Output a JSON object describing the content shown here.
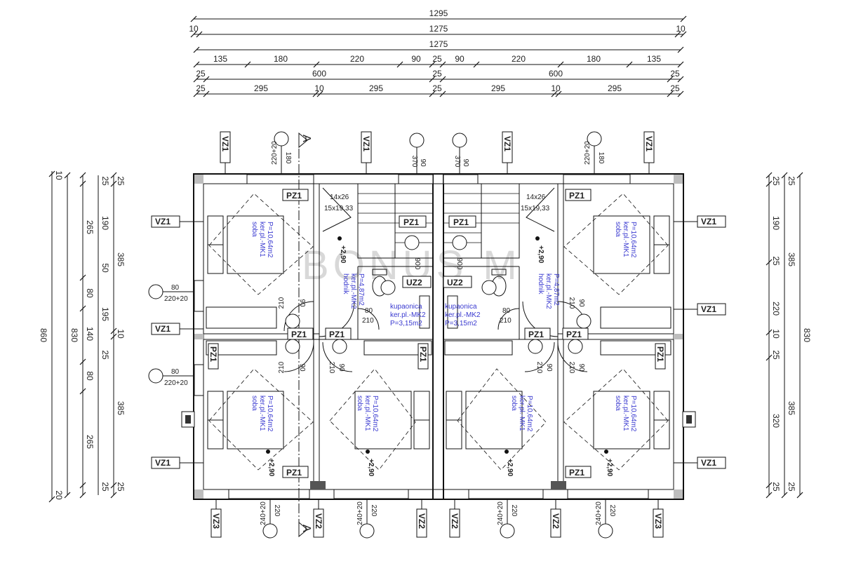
{
  "watermark": "BONUS M",
  "top_dims": {
    "row1": [
      "1295"
    ],
    "row2": [
      "10",
      "1275",
      "10"
    ],
    "row3": [
      "1275"
    ],
    "row4": [
      "135",
      "180",
      "220",
      "90",
      "25",
      "90",
      "220",
      "180",
      "135"
    ],
    "row5": [
      "25",
      "600",
      "25",
      "600",
      "25"
    ],
    "row6": [
      "25",
      "295",
      "10",
      "295",
      "25",
      "295",
      "10",
      "295",
      "25"
    ]
  },
  "left_dims": {
    "outer": [
      "10",
      "860",
      "20"
    ],
    "c2": [
      "830"
    ],
    "c3": [
      "25",
      "265",
      "80",
      "140",
      "80",
      "265",
      "25"
    ],
    "c4": [
      "190",
      "50",
      "195",
      "25"
    ],
    "c5": [
      "25",
      "385",
      "10",
      "385",
      "25"
    ]
  },
  "right_dims": {
    "c1": [
      "25",
      "25",
      "10",
      "25",
      "25"
    ],
    "c2": [
      "190",
      "220",
      "320"
    ],
    "c3": [
      "25",
      "385",
      "385",
      "25"
    ],
    "c4": [
      "830"
    ]
  },
  "tags": {
    "vz1": "VZ1",
    "vz2": "VZ2",
    "vz3": "VZ3",
    "pz1": "PZ1",
    "uz2": "UZ2",
    "section": "A"
  },
  "openings": {
    "w220_180": "220+20",
    "w180": "180",
    "w370": "370",
    "w90": "90",
    "w80": "80",
    "w220_20": "220+20",
    "w240_20": "240+20",
    "w220": "220",
    "d210": "210",
    "d90": "90",
    "d80": "80",
    "d90b": "900"
  },
  "stairs": {
    "s1": "14x26",
    "s2": "15x19,33"
  },
  "levels": {
    "plus290": "+2,90"
  },
  "rooms": {
    "soba": {
      "name": "soba",
      "floor": "ker.pl.-MK1",
      "area": "P=10,64m2"
    },
    "hodnik": {
      "name": "hodnik",
      "floor": "ker.pl.-MK2",
      "area": "P=4,87m2"
    },
    "kupaonica": {
      "name": "kupaonica",
      "floor": "ker.pl.-MK2",
      "area": "P=3,15m2"
    }
  }
}
